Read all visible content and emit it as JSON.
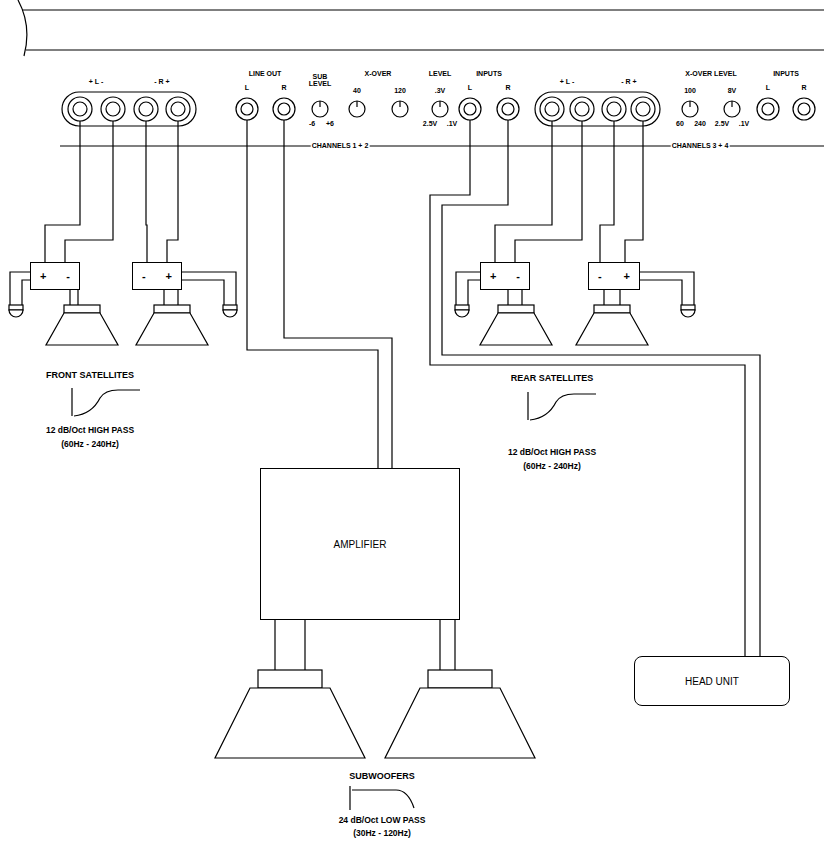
{
  "diagram": {
    "nodes": [
      {
        "text": [
          "+ L -",
          "- R +",
          "LINE OUT",
          "L",
          "R",
          "SUB LEVEL",
          "-6",
          "+6",
          "X-OVER",
          "40",
          "120",
          "LEVEL",
          ".3V",
          "2.5V",
          ".1V",
          "INPUTS",
          "L",
          "R",
          "+ L -",
          "- R +",
          "X-OVER LEVEL",
          "100",
          "60",
          "240",
          "8V",
          "2.5V",
          ".1V",
          "INPUTS",
          "L",
          "R",
          "CHANNELS 1 + 2",
          "CHANNELS 3 + 4"
        ]
      },
      {
        "text": [
          "+",
          "-"
        ]
      },
      {
        "text": [
          "-",
          "+"
        ]
      },
      {
        "text": [
          "+",
          "-"
        ]
      },
      {
        "text": [
          "-",
          "+"
        ]
      },
      {
        "text": [
          "AMPLIFIER"
        ]
      },
      {
        "text": [
          "HEAD UNIT"
        ]
      }
    ],
    "edges": [
      {
        "from": 0,
        "to": 1,
        "arrow": "none"
      },
      {
        "from": 0,
        "to": 2,
        "arrow": "none"
      },
      {
        "from": 0,
        "to": 3,
        "arrow": "none"
      },
      {
        "from": 0,
        "to": 4,
        "arrow": "none"
      },
      {
        "from": 0,
        "to": 5,
        "arrow": "none"
      },
      {
        "from": 6,
        "to": 0,
        "arrow": "none"
      }
    ],
    "labels": [
      "FRONT SATELLITES",
      "12 dB/Oct HIGH PASS",
      "(60Hz - 240Hz)",
      "REAR SATELLITES",
      "12 dB/Oct HIGH PASS",
      "(60Hz - 240Hz)",
      "SUBWOOFERS",
      "24 dB/Oct LOW PASS",
      "(30Hz - 120Hz)"
    ]
  }
}
